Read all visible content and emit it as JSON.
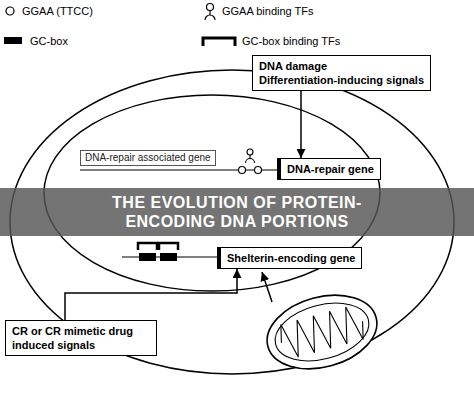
{
  "diagram": {
    "title": "THE EVOLUTION OF PROTEIN-ENCODING DNA PORTIONS",
    "nodes": [
      {
        "text": [
          "DNA damage",
          "Differentiation-inducing signals"
        ]
      },
      {
        "text": [
          "DNA-repair associated gene"
        ]
      },
      {
        "text": [
          "DNA-repair gene"
        ]
      },
      {
        "text": [
          "Shelterin-encoding gene"
        ]
      },
      {
        "text": [
          "CR or CR mimetic drug induced signals"
        ]
      }
    ],
    "edges": [
      {
        "from": 0,
        "to": 2,
        "arrow": "to"
      },
      {
        "from": 4,
        "to": 3,
        "arrow": "to"
      }
    ],
    "legend": [
      {
        "text": "GGAA (TTCC)"
      },
      {
        "text": "GGAA binding TFs"
      },
      {
        "text": "GC-box"
      },
      {
        "text": "GC-box binding TFs"
      }
    ]
  }
}
